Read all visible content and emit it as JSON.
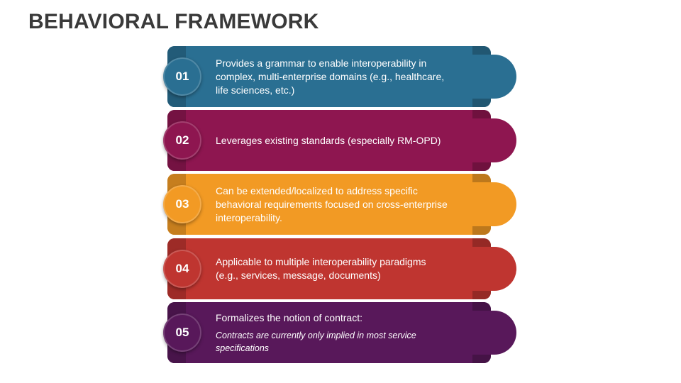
{
  "title": "BEHAVIORAL FRAMEWORK",
  "items": [
    {
      "number": "01",
      "text": "Provides a grammar to enable interoperability in complex, multi-enterprise domains (e.g., healthcare, life sciences, etc.)",
      "color": "#2a6f92"
    },
    {
      "number": "02",
      "text": "Leverages existing standards (especially RM-OPD)",
      "color": "#8e1650"
    },
    {
      "number": "03",
      "text": "Can be extended/localized to address specific behavioral requirements focused on cross-enterprise interoperability.",
      "color": "#f29a24"
    },
    {
      "number": "04",
      "text": "Applicable to multiple interoperability paradigms (e.g., services, message, documents)",
      "color": "#bf3530"
    },
    {
      "number": "05",
      "text": "Formalizes the notion of contract:",
      "subtext": "Contracts are currently only implied in most service specifications",
      "color": "#58185a"
    }
  ]
}
